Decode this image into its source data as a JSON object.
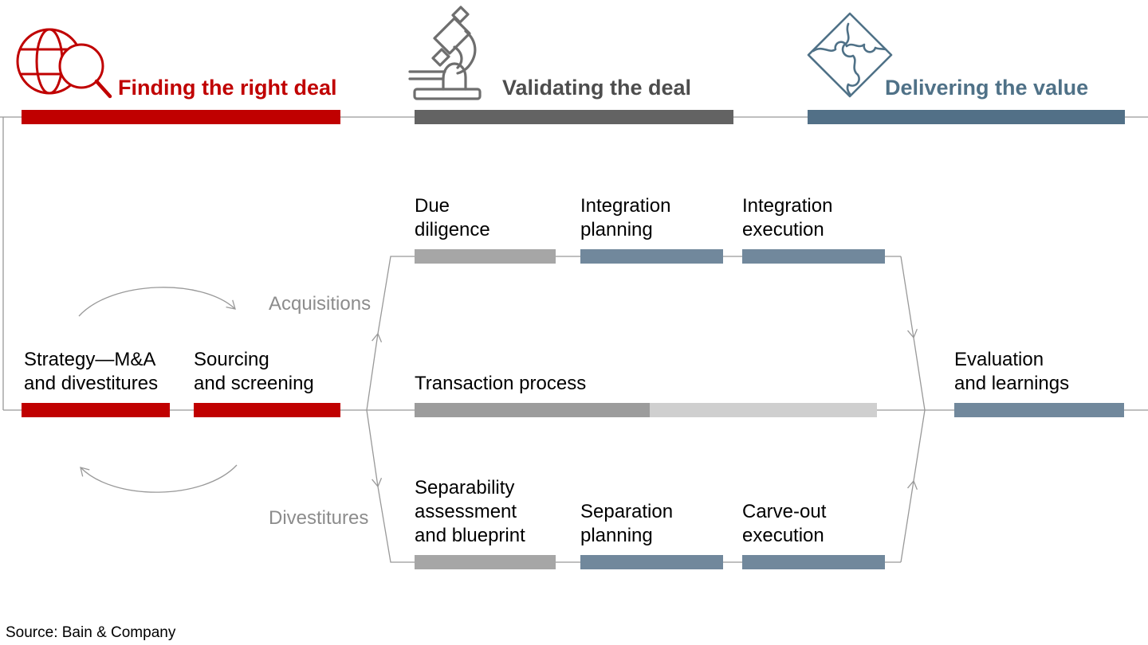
{
  "header": {
    "phases": [
      {
        "title": "Finding the right deal",
        "title_color": "#c00000",
        "bar_color": "#c00000",
        "icon": "globe-magnifier-icon"
      },
      {
        "title": "Validating the deal",
        "title_color": "#4d4d4d",
        "bar_color": "#636363",
        "icon": "microscope-icon"
      },
      {
        "title": "Delivering the value",
        "title_color": "#4f7187",
        "bar_color": "#527087",
        "icon": "puzzle-icon"
      }
    ]
  },
  "flow": {
    "start_steps": [
      {
        "label": "Strategy—M&A\nand divestitures",
        "color": "#c00000"
      },
      {
        "label": "Sourcing\nand screening",
        "color": "#c00000"
      }
    ],
    "branch_labels": {
      "top": "Acquisitions",
      "bottom": "Divestitures"
    },
    "acquisitions_steps": [
      {
        "label": "Due\ndiligence",
        "color": "#a6a6a6"
      },
      {
        "label": "Integration\nplanning",
        "color": "#71889c"
      },
      {
        "label": "Integration\nexecution",
        "color": "#71889c"
      }
    ],
    "transaction": {
      "label": "Transaction process",
      "color_left": "#9c9c9c",
      "color_right": "#cfcfcf"
    },
    "divestitures_steps": [
      {
        "label": "Separability\nassessment\nand blueprint",
        "color": "#a6a6a6"
      },
      {
        "label": "Separation\nplanning",
        "color": "#71889c"
      },
      {
        "label": "Carve-out\nexecution",
        "color": "#71889c"
      }
    ],
    "end_step": {
      "label": "Evaluation\nand learnings",
      "color": "#71889c"
    },
    "line_color": "#999999"
  },
  "footer": {
    "source": "Source: Bain & Company"
  }
}
